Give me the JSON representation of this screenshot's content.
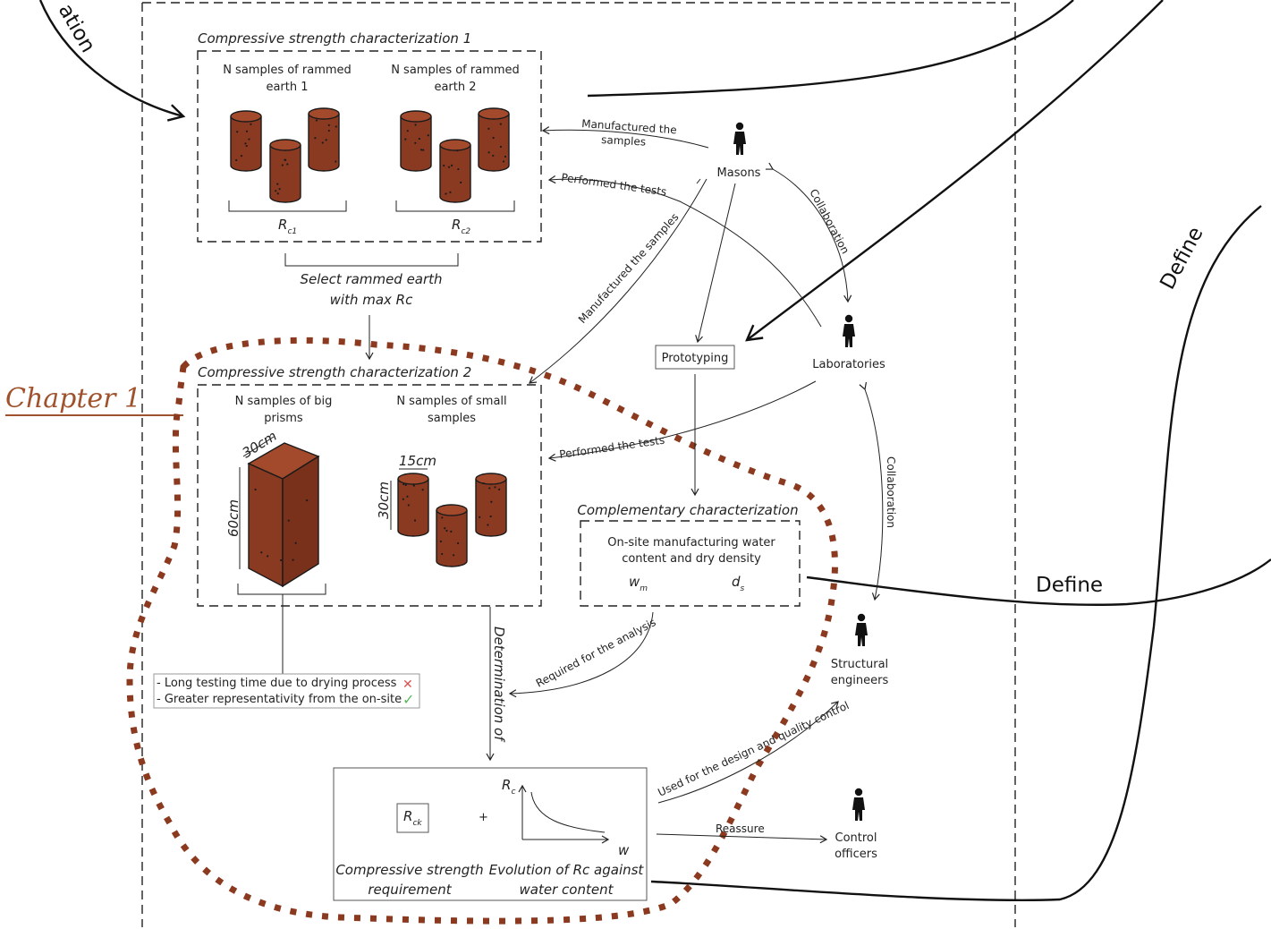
{
  "top_left_arc_label": "ation",
  "box1": {
    "title": "Compressive strength characterization 1",
    "left_label_line1": "N samples of rammed",
    "left_label_line2": "earth 1",
    "right_label_line1": "N samples of rammed",
    "right_label_line2": "earth 2",
    "rc1_main": "R",
    "rc1_sub": "c1",
    "rc2_main": "R",
    "rc2_sub": "c2"
  },
  "select_line1": "Select rammed earth",
  "select_line2": "with max Rc",
  "box2": {
    "title": "Compressive strength characterization 2",
    "left_label_line1": "N samples of big",
    "left_label_line2": "prisms",
    "right_label_line1": "N samples of small",
    "right_label_line2": "samples",
    "dim_30cm": "30cm",
    "dim_60cm": "60cm",
    "dim_15cm": "15cm",
    "dim_30cm_small": "30cm"
  },
  "chapter_label": "Chapter 1",
  "notes": {
    "line1": "- Long testing time due to drying process",
    "line2": "- Greater representativity from the on-site",
    "cross": "✕",
    "check": "✓"
  },
  "actors": {
    "masons": "Masons",
    "laboratories": "Laboratories",
    "structural_line1": "Structural",
    "structural_line2": "engineers",
    "control_line1": "Control",
    "control_line2": "officers"
  },
  "arrows": {
    "manufactured_line1": "Manufactured the",
    "manufactured_line2": "samples",
    "performed_tests_top": "Performed the tests",
    "manufactured_diag": "Manufactured the samples",
    "collaboration_top": "Collaboration",
    "collaboration_right": "Collaboration",
    "performed_tests_bottom": "Performed the tests",
    "required": "Required for the analysis",
    "determination": "Determination of",
    "used_for": "Used for the design and quality control",
    "reassure": "Reassure"
  },
  "prototyping": "Prototyping",
  "complementary": {
    "title": "Complementary characterization",
    "line1": "On-site manufacturing water",
    "line2": "content and dry density",
    "wm_main": "w",
    "wm_sub": "m",
    "ds_main": "d",
    "ds_sub": "s"
  },
  "result": {
    "rck_main": "R",
    "rck_sub": "ck",
    "plus": "+",
    "rc_axis_main": "R",
    "rc_axis_sub": "c",
    "w_axis": "w",
    "left_caption_line1": "Compressive strength",
    "left_caption_line2": "requirement",
    "right_caption_line1": "Evolution of Rc against",
    "right_caption_line2": "water content"
  },
  "define_right": "Define",
  "define_middle": "Define",
  "colors": {
    "chapter_accent": "#a0522d",
    "dotted_outline": "#8b3a1f",
    "sample_fill": "#8b3a22",
    "cross_color": "#d9534f",
    "check_color": "#5cb85c"
  }
}
